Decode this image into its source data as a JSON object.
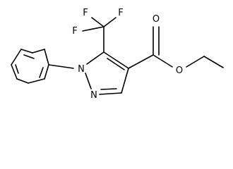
{
  "molecule": {
    "description_free": true,
    "atoms": {
      "fluorine_top_left": "F",
      "fluorine_top_right": "F",
      "fluorine_left": "F",
      "carbonyl_oxygen": "O",
      "ester_oxygen": "O",
      "ring_nitrogen_1": "N",
      "ring_nitrogen_2": "N"
    }
  },
  "colors": {
    "bond": "#000000",
    "label": "#000000",
    "background": "#ffffff"
  }
}
